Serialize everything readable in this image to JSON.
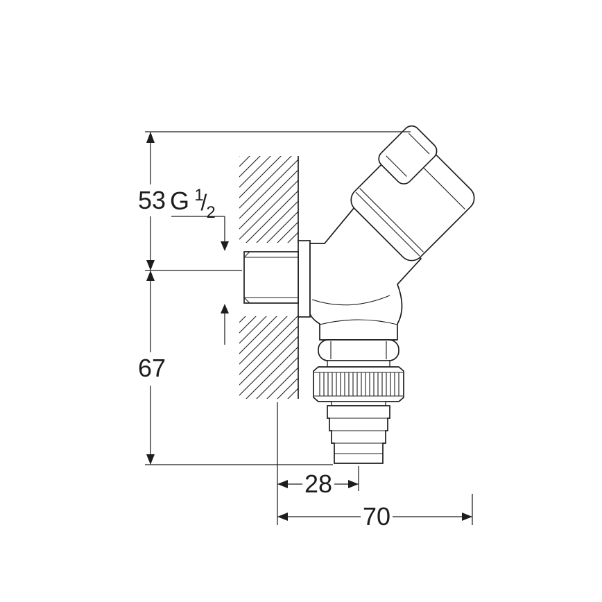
{
  "canvas": {
    "background_color": "#ffffff",
    "line_color": "#1d1d1b"
  },
  "drawing": {
    "type": "technical-diagram",
    "subject": "wall-mounted-outlet-valve-side-view",
    "labels": {
      "dim_upper_height": "53",
      "dim_lower_height": "67",
      "dim_outlet_offset": "28",
      "dim_total_depth": "70",
      "thread_full": "G 1/2",
      "thread_prefix": "G",
      "thread_numerator": "1",
      "thread_separator": "/",
      "thread_denominator": "2"
    }
  }
}
